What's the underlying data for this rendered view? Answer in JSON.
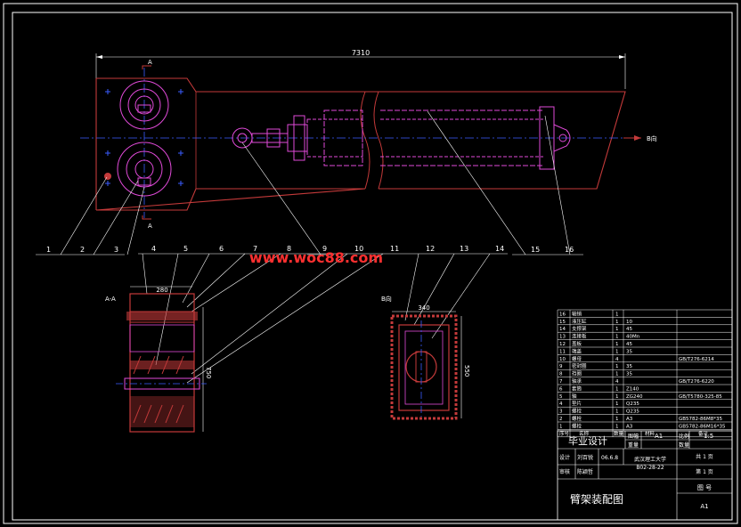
{
  "colors": {
    "frame": "#ffffff",
    "part": "#c43a3a",
    "hydraulic": "#e04ad8",
    "centerline": "#3a5cff",
    "watermark": "#ff3030",
    "bg": "#000000"
  },
  "watermark": "www.woc88.com",
  "dims": {
    "overall_length": "7310",
    "aa_width": "280",
    "aa_height": "750",
    "b_width": "340",
    "b_height": "550"
  },
  "view_labels": {
    "section_a_top": "A",
    "section_a_bottom": "A",
    "section_aa": "A-A",
    "view_b_arrow": "B向",
    "view_b": "B向"
  },
  "callouts": [
    "1",
    "2",
    "3",
    "4",
    "5",
    "6",
    "7",
    "8",
    "9",
    "10",
    "11",
    "12",
    "13",
    "14",
    "15",
    "16"
  ],
  "bom": [
    {
      "no": "16",
      "name": "轴销",
      "qty": "1",
      "material": "",
      "std": ""
    },
    {
      "no": "15",
      "name": "液压缸",
      "qty": "1",
      "material": "10",
      "std": ""
    },
    {
      "no": "14",
      "name": "支撑架",
      "qty": "1",
      "material": "45",
      "std": ""
    },
    {
      "no": "13",
      "name": "连接板",
      "qty": "1",
      "material": "40Mn",
      "std": ""
    },
    {
      "no": "12",
      "name": "盖板",
      "qty": "1",
      "material": "45",
      "std": ""
    },
    {
      "no": "11",
      "name": "端盖",
      "qty": "1",
      "material": "35",
      "std": ""
    },
    {
      "no": "10",
      "name": "螺母",
      "qty": "4",
      "material": "",
      "std": "GB/T276-6214"
    },
    {
      "no": "9",
      "name": "密封圈",
      "qty": "1",
      "material": "35",
      "std": ""
    },
    {
      "no": "8",
      "name": "挡圈",
      "qty": "1",
      "material": "35",
      "std": ""
    },
    {
      "no": "7",
      "name": "轴承",
      "qty": "4",
      "material": "",
      "std": "GB/T276-6220"
    },
    {
      "no": "6",
      "name": "套筒",
      "qty": "1",
      "material": "Z140",
      "std": ""
    },
    {
      "no": "5",
      "name": "轴",
      "qty": "1",
      "material": "ZG240",
      "std": "GB/T5780-325-85"
    },
    {
      "no": "4",
      "name": "垫片",
      "qty": "1",
      "material": "Q235",
      "std": ""
    },
    {
      "no": "3",
      "name": "螺栓",
      "qty": "1",
      "material": "Q235",
      "std": ""
    },
    {
      "no": "2",
      "name": "螺栓",
      "qty": "1",
      "material": "A3",
      "std": "GB5782-86M8*35"
    },
    {
      "no": "1",
      "name": "螺栓",
      "qty": "1",
      "material": "A3",
      "std": "GB5782-86M16*35"
    }
  ],
  "bom_header": {
    "no": "序号",
    "name": "名称",
    "qty": "数量",
    "material": "材料",
    "std": "备注"
  },
  "title_block": {
    "project": "毕业设计",
    "drawing_title": "臂架装配图",
    "sheet_size_label": "图幅",
    "sheet_size": "A1",
    "scale_label": "比例",
    "scale": "1:5",
    "qty_label": "重量",
    "qty_label2": "数量",
    "designer_label": "设计",
    "designer": "刘百锐",
    "date": "06.6.8",
    "checker_label": "审核",
    "checker": "陈颖哲",
    "school": "武汉理工大学",
    "code": "B02-28-22",
    "total_sheets": "共 1 页",
    "sheet_no": "第 1 页",
    "drawing_no_label": "图 号",
    "drawing_no": "A1"
  }
}
